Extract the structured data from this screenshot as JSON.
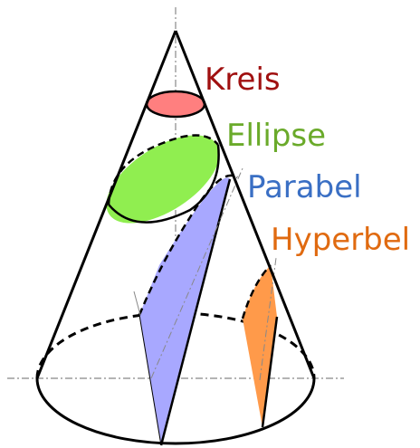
{
  "labels": {
    "kreis": "Kreis",
    "ellipse": "Ellipse",
    "parabel": "Parabel",
    "hyperbel": "Hyperbel"
  },
  "colors": {
    "kreis_label": "#a01010",
    "kreis_fill": "#ff7f7f",
    "ellipse_label": "#6aaa2a",
    "ellipse_fill": "#90ee50",
    "parabel_label": "#3a6fc4",
    "parabel_fill": "#a8a8ff",
    "hyperbel_label": "#e06a10",
    "hyperbel_fill": "#ff9a4a",
    "outline": "#000000",
    "axis": "#888888"
  }
}
